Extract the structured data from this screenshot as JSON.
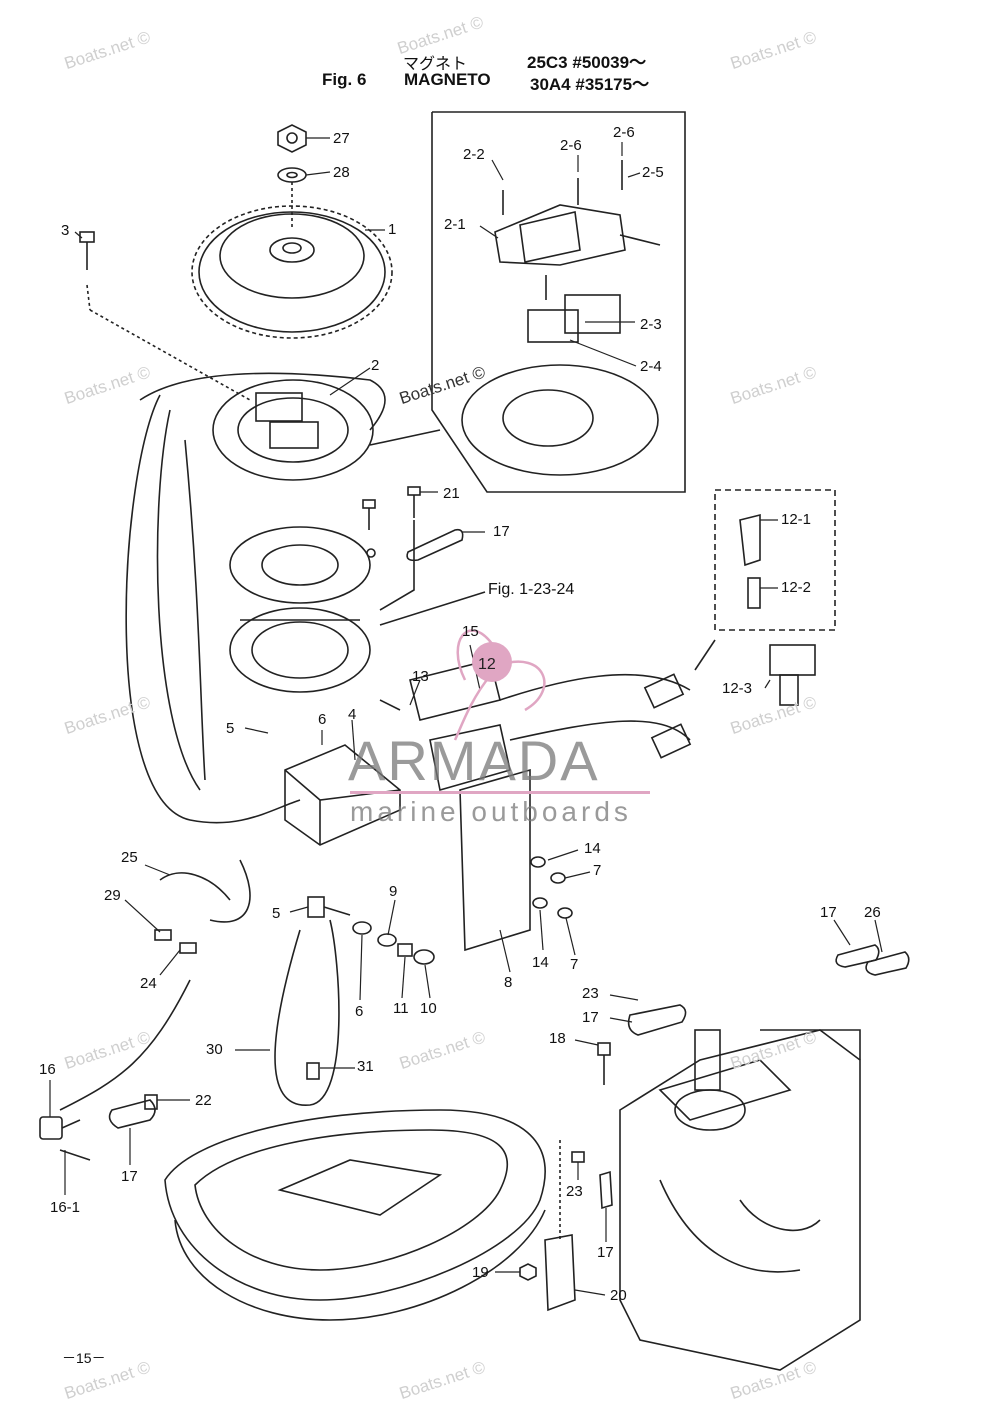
{
  "header": {
    "jp_title": "マグネト",
    "fig_label": "Fig. 6",
    "title": "MAGNETO",
    "model_a": "25C3 #50039～",
    "model_b": "30A4 #35175～"
  },
  "watermark_text": "Boats.net ©",
  "brand": {
    "name": "ARMADA",
    "tagline": "marine outboards",
    "logo_number": "12",
    "accent_color": "#e0a6c3"
  },
  "page_number": "－15－",
  "reference_label": "Fig. 1-23-24",
  "callouts": [
    "27",
    "28",
    "1",
    "3",
    "2",
    "2-1",
    "2-2",
    "2-3",
    "2-4",
    "2-5",
    "2-6",
    "2-6",
    "21",
    "17",
    "12-1",
    "12-2",
    "12-3",
    "15",
    "13",
    "5",
    "6",
    "4",
    "25",
    "29",
    "5",
    "9",
    "14",
    "7",
    "14",
    "7",
    "24",
    "6",
    "11",
    "10",
    "8",
    "17",
    "26",
    "23",
    "17",
    "18",
    "30",
    "31",
    "16",
    "22",
    "16-1",
    "17",
    "23",
    "17",
    "19",
    "20"
  ]
}
